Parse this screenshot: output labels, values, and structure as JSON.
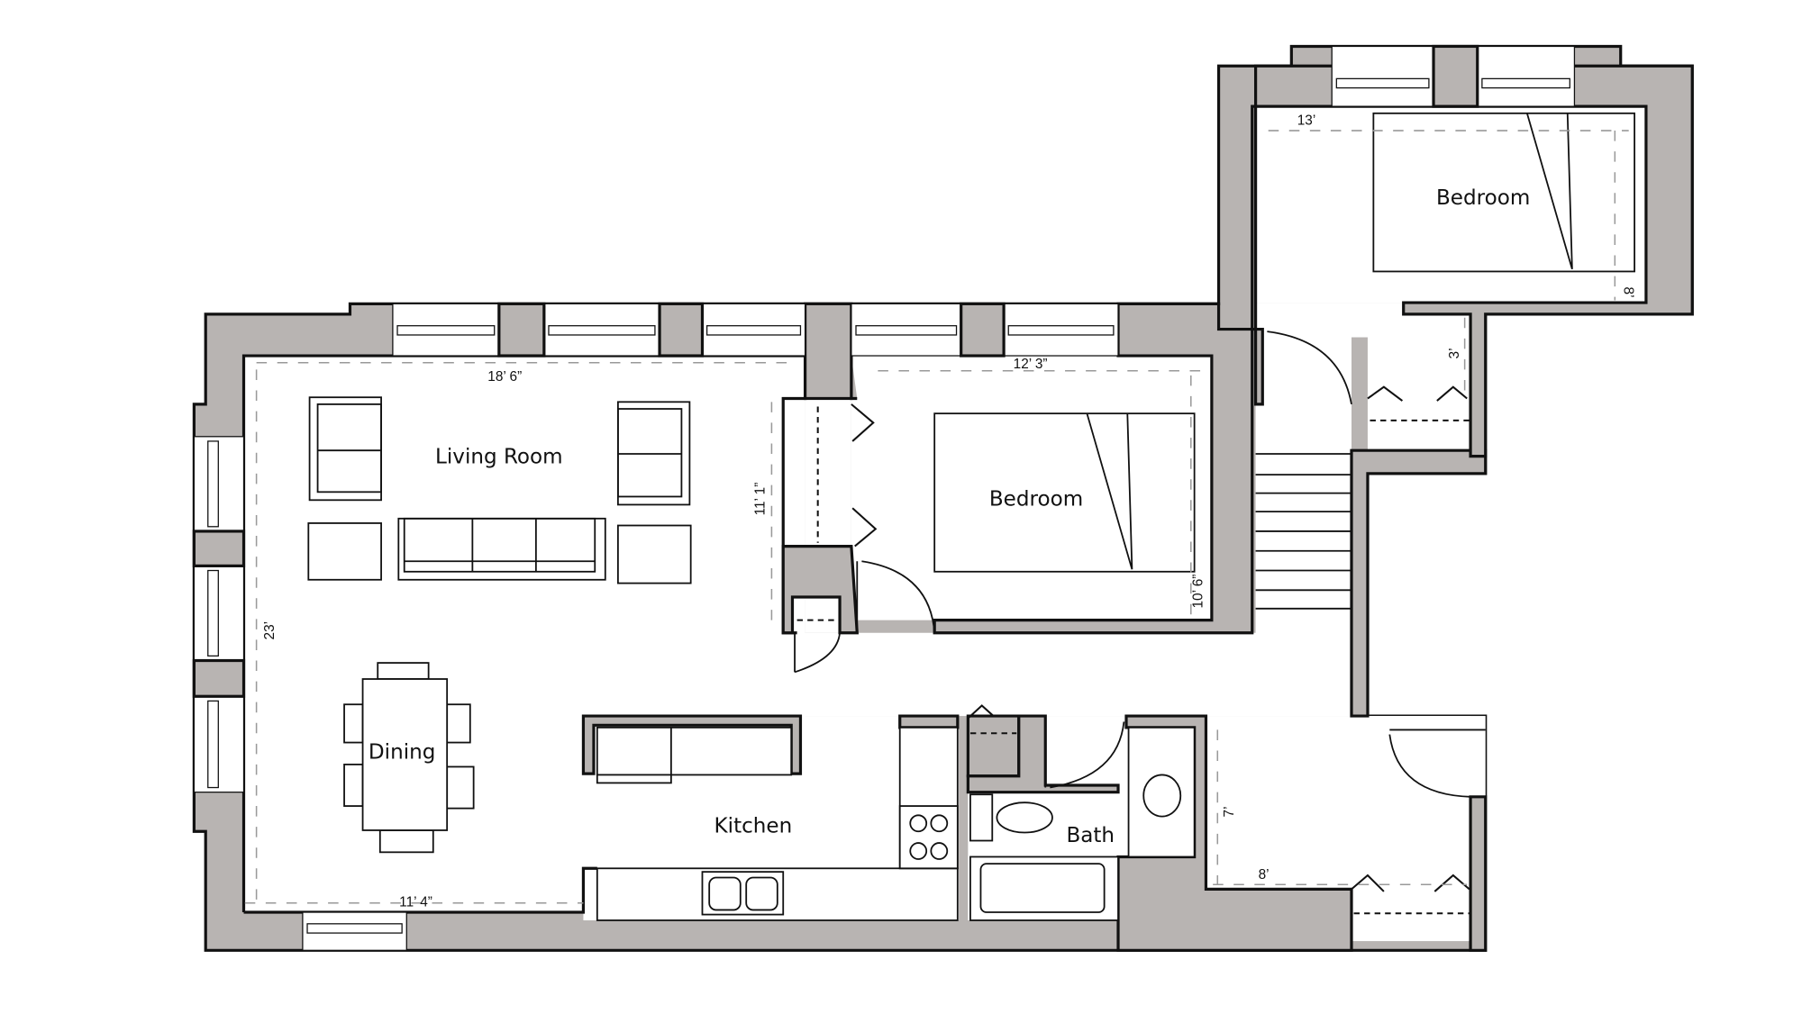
{
  "colors": {
    "wall": "#b8b4b2",
    "line": "#111111",
    "dimension_line": "#999999",
    "background": "#ffffff"
  },
  "rooms": {
    "living_room": "Living Room",
    "bedroom_middle": "Bedroom",
    "bedroom_upper": "Bedroom",
    "dining": "Dining",
    "kitchen": "Kitchen",
    "bath": "Bath"
  },
  "dimensions": {
    "living_width": "18’ 6”",
    "living_depth": "23’",
    "dining_width": "11’ 4”",
    "closet_depth": "11’ 1”",
    "bedroom_middle_width": "12’ 3”",
    "bedroom_middle_depth": "10’ 6”",
    "bedroom_upper_width": "13’",
    "bedroom_upper_depth": "8’",
    "upper_closet_depth": "3’",
    "entry_depth": "7’",
    "entry_width": "8’"
  }
}
